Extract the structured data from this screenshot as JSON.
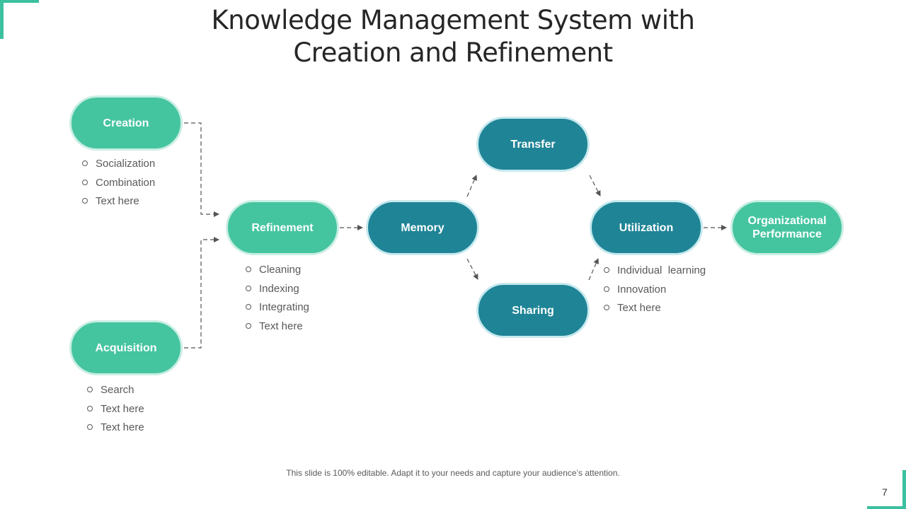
{
  "title": {
    "line1": "Knowledge Management System with",
    "line2": "Creation and Refinement"
  },
  "nodes": {
    "creation": "Creation",
    "acquisition": "Acquisition",
    "refinement": "Refinement",
    "memory": "Memory",
    "transfer": "Transfer",
    "sharing": "Sharing",
    "utilization": "Utilization",
    "organizational_performance": "Organizational Performance"
  },
  "lists": {
    "creation": [
      "Socialization",
      "Combination",
      "Text here"
    ],
    "acquisition": [
      "Search",
      "Text here",
      "Text here"
    ],
    "refinement": [
      "Cleaning",
      "Indexing",
      "Integrating",
      "Text here"
    ],
    "utilization": [
      "Individual  learning",
      "Innovation",
      "Text here"
    ]
  },
  "footer": "This slide is 100% editable. Adapt it to your needs and capture your audience’s attention.",
  "page_number": "7",
  "colors": {
    "accent_green": "#45c4a0",
    "accent_teal": "#1f8496",
    "connector": "#555555"
  }
}
